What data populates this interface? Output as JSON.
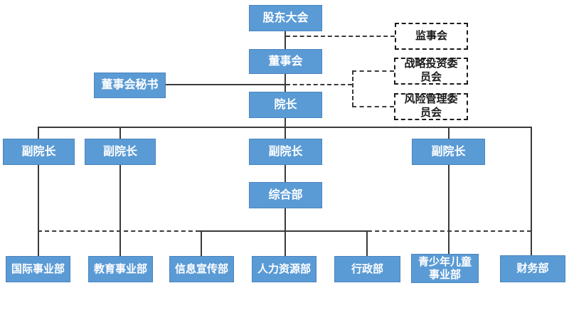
{
  "diagram": {
    "type": "org-chart",
    "nodes": {
      "shareholders_meeting": "股东大会",
      "supervisory_board": "监事会",
      "board_of_directors": "董事会",
      "strategic_investment_committee": "战略投资委\n员会",
      "board_secretary": "董事会秘书",
      "president": "院长",
      "risk_management_committee": "风险管理委\n员会",
      "vice_president_1": "副院长",
      "vice_president_2": "副院长",
      "vice_president_3": "副院长",
      "vice_president_4": "副院长",
      "general_department": "综合部",
      "international_division": "国际事业部",
      "education_division": "教育事业部",
      "information_publicity_department": "信息宣传部",
      "human_resources_department": "人力资源部",
      "administration_department": "行政部",
      "youth_children_division": "青少年儿童\n事业部",
      "finance_department": "财务部"
    },
    "colors": {
      "background": "#FFFFFF",
      "box_fill": "#5B9BD5",
      "box_border": "#4A84BE",
      "box_text": "#FFFFFF",
      "dashed_box_border": "#1A1A1A",
      "dashed_box_text": "#1A1A1A",
      "connector": "#3A3A3A"
    }
  }
}
